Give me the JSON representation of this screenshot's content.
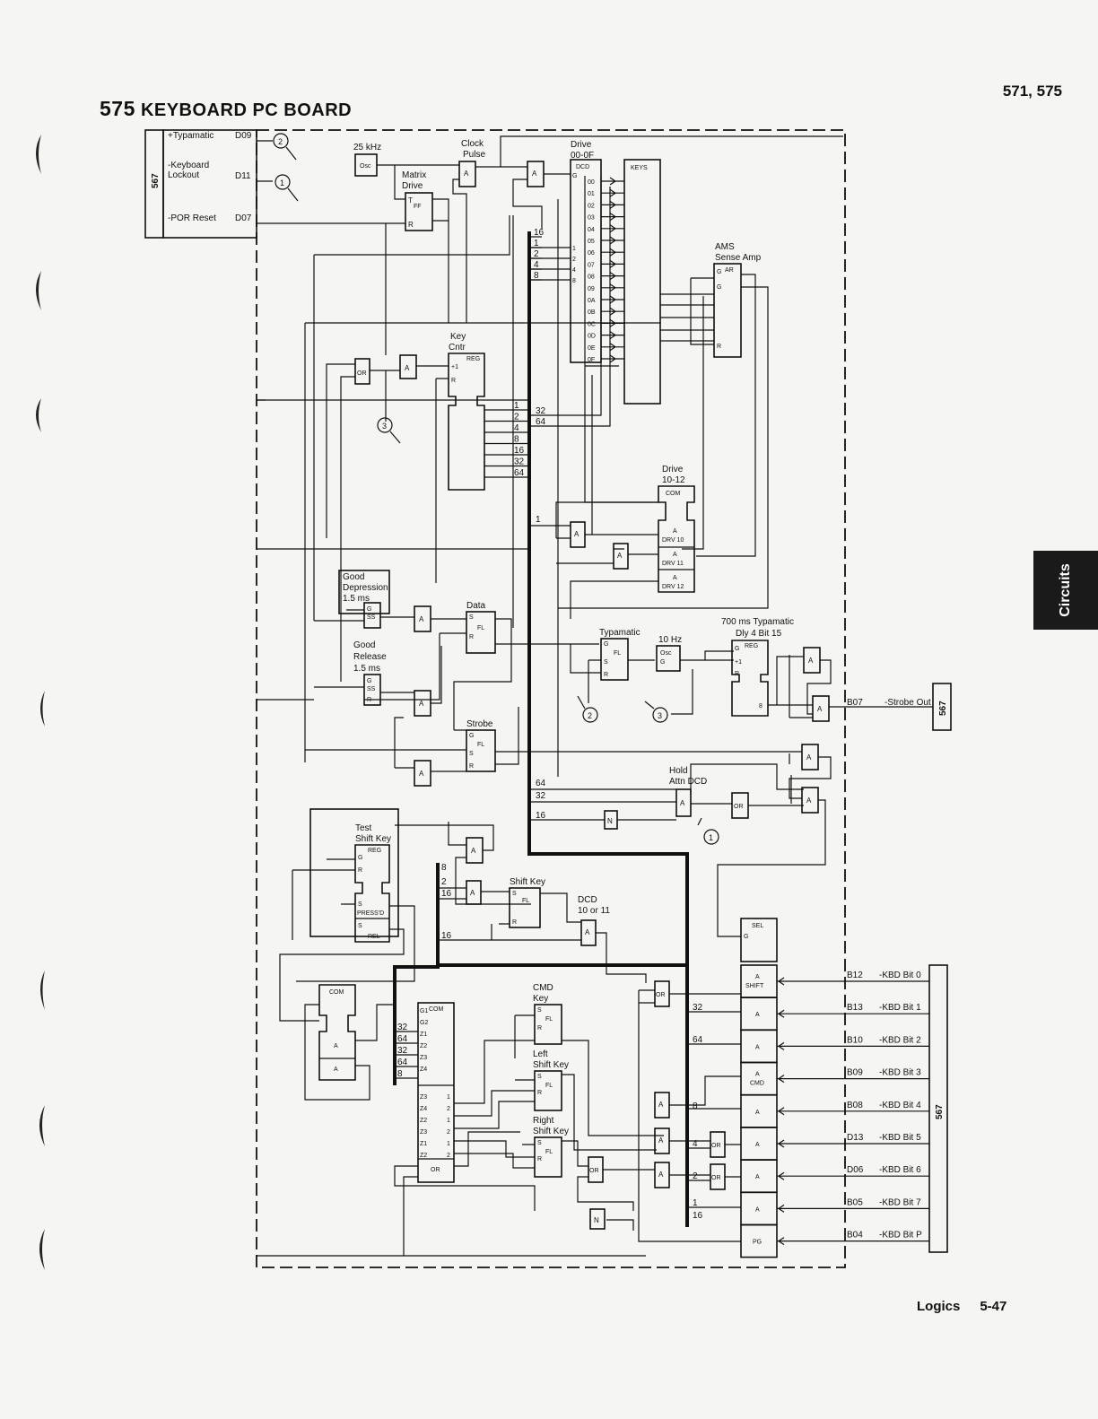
{
  "header": {
    "title_number": "575",
    "title_text": "KEYBOARD PC BOARD",
    "models": "571, 575"
  },
  "side_tab": {
    "label": "Circuits"
  },
  "footer": {
    "section": "Logics",
    "page": "5-47"
  },
  "connectors": {
    "left": {
      "id": "567",
      "pins": [
        {
          "signal": "+Typamatic",
          "pin": "D09"
        },
        {
          "signal": "-Keyboard Lockout",
          "pin": "D11"
        },
        {
          "signal": "-POR Reset",
          "pin": "D07"
        }
      ]
    },
    "right_strobe": {
      "id": "567",
      "pin": "B07",
      "signal": "-Strobe Out"
    },
    "right_bits": {
      "id": "567",
      "pins": [
        {
          "pin": "B12",
          "signal": "-KBD Bit 0"
        },
        {
          "pin": "B13",
          "signal": "-KBD Bit 1"
        },
        {
          "pin": "B10",
          "signal": "-KBD Bit 2"
        },
        {
          "pin": "B09",
          "signal": "-KBD Bit 3"
        },
        {
          "pin": "B08",
          "signal": "-KBD Bit 4"
        },
        {
          "pin": "D13",
          "signal": "-KBD Bit 5"
        },
        {
          "pin": "D06",
          "signal": "-KBD Bit 6"
        },
        {
          "pin": "B05",
          "signal": "-KBD Bit 7"
        },
        {
          "pin": "B04",
          "signal": "-KBD Bit P"
        }
      ]
    }
  },
  "labels": {
    "osc25": "25 kHz",
    "osc": "Osc",
    "matrix_drive": "Matrix",
    "matrix_drive2": "Drive",
    "ff": "FF",
    "t": "T",
    "r": "R",
    "s": "S",
    "g": "G",
    "a": "A",
    "or": "OR",
    "n": "N",
    "fl": "FL",
    "ss": "SS",
    "reg": "REG",
    "plus1": "+1",
    "com": "COM",
    "clock_pulse": "Clock",
    "clock_pulse2": "Pulse",
    "drive": "Drive",
    "drive_range": "00-0F",
    "dcd": "DCD",
    "keys": "KEYS",
    "ams": "AMS",
    "sense_amp": "Sense Amp",
    "ar": "AR",
    "key_cntr": "Key",
    "key_cntr2": "Cntr",
    "drive10": "Drive",
    "drive10_range": "10-12",
    "drv10": "DRV 10",
    "drv11": "DRV 11",
    "drv12": "DRV 12",
    "good_dep": "Good",
    "good_dep2": "Depression",
    "good_dep3": "1.5 ms",
    "good_rel": "Good",
    "good_rel2": "Release",
    "good_rel3": "1.5 ms",
    "data": "Data",
    "strobe": "Strobe",
    "typamatic": "Typamatic",
    "hz10": "10 Hz",
    "dly": "700 ms Typamatic",
    "dly2": "Dly 4 Bit 15",
    "hold": "Hold",
    "hold2": "Attn DCD",
    "test_shift": "Test",
    "test_shift2": "Shift Key",
    "pressd": "PRESS'D",
    "rel": "REL",
    "shift_key": "Shift Key",
    "dcd10": "DCD",
    "dcd10b": "10 or 11",
    "cmd_key": "CMD",
    "cmd_key2": "Key",
    "left_shift": "Left",
    "left_shift2": "Shift Key",
    "right_shift": "Right",
    "right_shift2": "Shift Key",
    "sel": "SEL",
    "shift": "SHIFT",
    "cmd": "CMD",
    "pg": "PG"
  },
  "drive_outputs": [
    "00",
    "01",
    "02",
    "03",
    "04",
    "05",
    "06",
    "07",
    "08",
    "09",
    "0A",
    "0B",
    "0C",
    "0D",
    "0E",
    "0F"
  ],
  "bus_bits_top": [
    "16",
    "1",
    "2",
    "4",
    "8"
  ],
  "key_cntr_bits": [
    "1",
    "2",
    "4",
    "8",
    "16",
    "32",
    "64"
  ],
  "bus_bits_counter": [
    "32",
    "64"
  ],
  "hold_bits": [
    "64",
    "32",
    "16"
  ],
  "shift_bits": [
    "8",
    "2",
    "16",
    "16"
  ],
  "com_inputs": [
    "G1",
    "G2",
    "Z1",
    "Z2",
    "Z3",
    "Z4"
  ],
  "com_bits": [
    "32",
    "64",
    "32",
    "64",
    "8"
  ],
  "com_outputs": [
    "Z3",
    "Z4",
    "Z2",
    "Z3",
    "Z1",
    "Z2"
  ],
  "out_bits": [
    "32",
    "64",
    "8",
    "4",
    "2",
    "1",
    "16"
  ],
  "circle_refs": [
    "1",
    "2",
    "3"
  ]
}
